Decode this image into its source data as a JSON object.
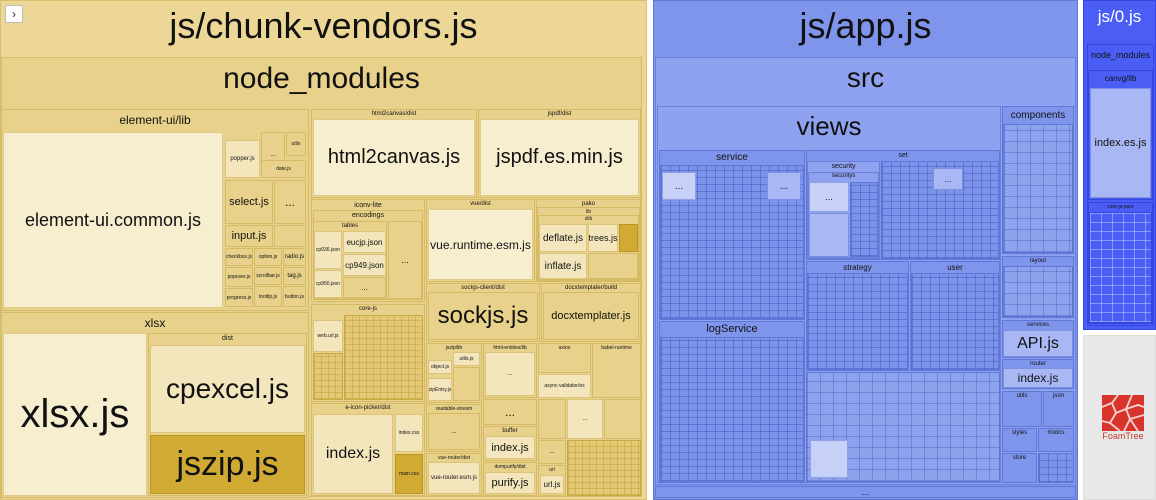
{
  "toggle_icon": "chevron-right",
  "colors": {
    "vendors": "#ecd796",
    "app": "#7f95ec",
    "chunk0": "#4a5ef6"
  },
  "vendors": {
    "title": "js/chunk-vendors.js",
    "node_modules": "node_modules",
    "element_ui_lib": "element-ui/lib",
    "element_ui_common": "element-ui.common.js",
    "popper": "popper.js",
    "utils": "utils",
    "date": "date.js",
    "select": "select.js",
    "input": "input.js",
    "checkbox": "checkbox.js",
    "option": "option.js",
    "radio": "radio.js",
    "scrollbar": "scrollbar.js",
    "tag": "tag.js",
    "popover": "popover.js",
    "tooltip": "tooltip.js",
    "progress": "progress.js",
    "button": "button.js",
    "html2canvas_dist": "html2canvas/dist",
    "html2canvas": "html2canvas.js",
    "jspdf_dist": "jspdf/dist",
    "jspdf": "jspdf.es.min.js",
    "iconv_lite": "iconv-lite",
    "encodings": "encodings",
    "tables": "tables",
    "cp936": "cp936.json",
    "eucjp": "eucjp.json",
    "cp949": "cp949.json",
    "cp950": "cp950.json",
    "core_js": "core-js",
    "web_url": "web.url.js",
    "vue_dist": "vue/dist",
    "vue_runtime": "vue.runtime.esm.js",
    "pako": "pako",
    "lib": "lib",
    "zlib": "zlib",
    "deflate": "deflate.js",
    "trees": "trees.js",
    "inflate": "inflate.js",
    "sockjs_dist": "sockjs-client/dist",
    "sockjs": "sockjs.js",
    "docxtemplater_build": "docxtemplater/build",
    "docxtemplater": "docxtemplater.js",
    "xlsx": "xlsx",
    "xlsx_js": "xlsx.js",
    "dist": "dist",
    "cpexcel": "cpexcel.js",
    "jszip": "jszip.js",
    "icon_picker_dist": "e-icon-picker/dist",
    "index_js": "index.js",
    "index_css": "index.css",
    "main_css": "main.css",
    "jszip_lib": "jszip/lib",
    "utils_js": "utils.js",
    "object_js": "object.js",
    "zip_entry": "zipEntry.js",
    "readable_stream": "readable-stream",
    "html_entities": "html-entities/lib",
    "axios": "axios",
    "async_validator": "async-validator/es",
    "babel_runtime": "babel-runtime",
    "buffer": "buffer",
    "vue_router": "vue-router/dist",
    "vue_router_esm": "vue-router.esm.js",
    "dompurify": "dompurify/dist",
    "purify": "purify.js",
    "url": "url",
    "url_js": "url.js",
    "ellipsis": "..."
  },
  "app": {
    "title": "js/app.js",
    "src": "src",
    "views": "views",
    "service": "service",
    "set": "set",
    "security": "security",
    "securitys": "securitys",
    "strategy": "strategy",
    "user": "user",
    "log_service": "logService",
    "components": "components",
    "layout": "layout",
    "services": "services",
    "api": "API.js",
    "router": "router",
    "router_index": "index.js",
    "utils": "utils",
    "json": "json",
    "styles": "styles",
    "mixins": "mixins",
    "store": "store",
    "ellipsis": "..."
  },
  "chunk0": {
    "title": "js/0.js",
    "node_modules": "node_modules",
    "canvg_lib": "canvg/lib",
    "index_es": "index.es.js",
    "core_js_pure": "core-js-pure"
  },
  "foamtree": {
    "label": "FoamTree"
  }
}
